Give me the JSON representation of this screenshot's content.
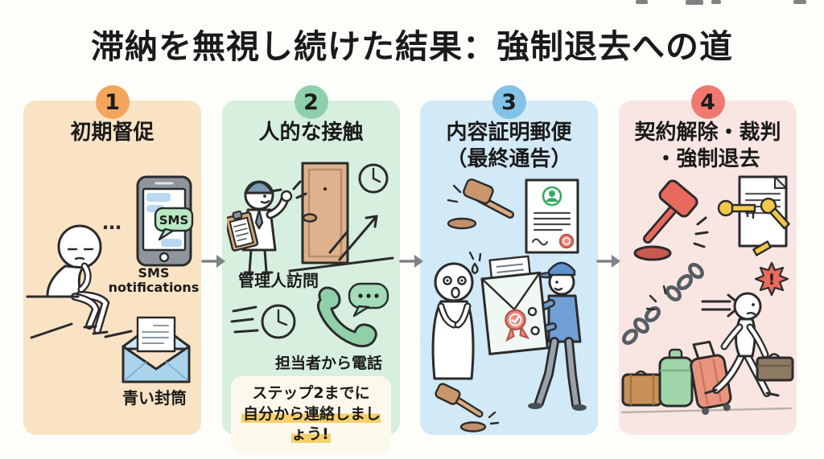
{
  "title": "滞納を無視し続けた結果：強制退去への道",
  "colors": {
    "background": "#fdfdfa",
    "panel1_bg": "#fae3c4",
    "panel1_badge": "#f2a65c",
    "panel2_bg": "#d7efdf",
    "panel2_badge": "#8ed0ab",
    "panel3_bg": "#d2e9f7",
    "panel3_badge": "#84c2e8",
    "pan4_bg": "#f9e6e2",
    "panel4_badge": "#f0796f",
    "highlight_yellow": "#f6d06c",
    "arrow_gray": "#7d8288"
  },
  "steps": [
    {
      "number": "1",
      "heading": "初期督促",
      "thinking_dots": "…",
      "sms_bubble": "SMS",
      "label_sms": "SMS notifications",
      "label_envelope": "青い封筒",
      "icons": [
        "sitting-person",
        "smartphone-sms",
        "blue-envelope"
      ]
    },
    {
      "number": "2",
      "heading": "人的な接触",
      "label_visit": "管理人訪問",
      "label_phone": "担当者から電話",
      "callout_line1": "ステップ2までに",
      "callout_line2": "自分から連絡しましょう!",
      "icons": [
        "manager-knocking-door",
        "clock",
        "rush-clock",
        "phone-call"
      ]
    },
    {
      "number": "3",
      "heading_line1": "内容証明郵便",
      "heading_line2": "（最終通告）",
      "icons": [
        "gavel",
        "certificate-document",
        "worried-person",
        "sealed-envelope",
        "mail-carrier",
        "gavel-strike"
      ]
    },
    {
      "number": "4",
      "heading_line1": "契約解除・裁判",
      "heading_line2": "・強制退去",
      "exclamation": "!",
      "icons": [
        "red-gavel",
        "document-with-keys",
        "broken-chain",
        "arrow-right",
        "evicted-person",
        "luggage"
      ]
    }
  ]
}
